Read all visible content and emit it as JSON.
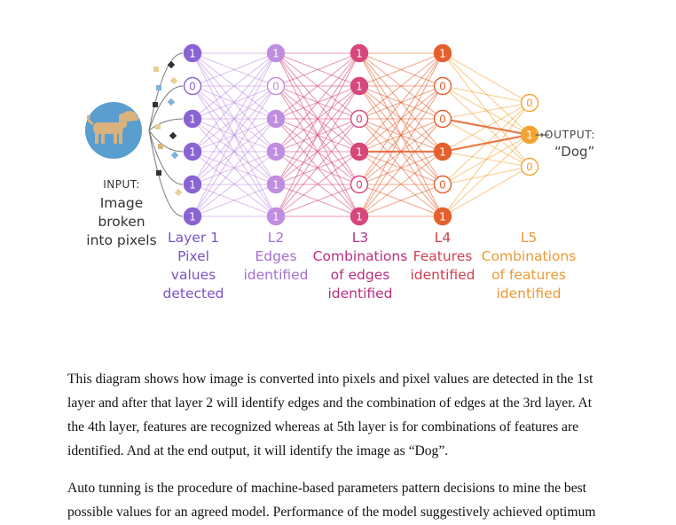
{
  "figure": {
    "input_heading": "INPUT:",
    "input_text_lines": [
      "Image",
      "broken",
      "into pixels"
    ],
    "output_heading": "→OUTPUT:",
    "output_value": "“Dog”",
    "node_values": {
      "l1": [
        "1",
        "0",
        "1",
        "1",
        "1",
        "1"
      ],
      "l2": [
        "1",
        "0",
        "1",
        "1",
        "1",
        "1"
      ],
      "l3": [
        "1",
        "1",
        "0",
        "1",
        "0",
        "1"
      ],
      "l4": [
        "1",
        "0",
        "0",
        "1",
        "0",
        "1"
      ],
      "l5": [
        "0",
        "1",
        "0"
      ]
    },
    "layers": [
      {
        "title": "Layer 1",
        "desc_lines": [
          "Pixel",
          "values",
          "detected"
        ],
        "color": "#8a63d2"
      },
      {
        "title": "L2",
        "desc_lines": [
          "Edges",
          "identified"
        ],
        "color": "#b47fd6"
      },
      {
        "title": "L3",
        "desc_lines": [
          "Combinations",
          "of edges",
          "identified"
        ],
        "color": "#c4398a"
      },
      {
        "title": "L4",
        "desc_lines": [
          "Features",
          "identified"
        ],
        "color": "#d84a56"
      },
      {
        "title": "L5",
        "desc_lines": [
          "Combinations",
          "of features",
          "identified"
        ],
        "color": "#f0a043"
      }
    ],
    "colors": {
      "l1": "#8a63d2",
      "l2": "#c08ee0",
      "l3": "#d6477a",
      "l4": "#e4612f",
      "l5": "#f3a534",
      "dog_circle": "#5a9ed0",
      "dark_text": "#333333",
      "gray_text": "#555555"
    }
  },
  "paragraphs": [
    {
      "lines": [
        "This diagram shows how image is converted into pixels and pixel values are detected in the 1st",
        "layer and after that layer 2 will identify edges and the combination of edges at the 3rd layer. At",
        "the 4th layer, features are recognized whereas at 5th layer is for combinations of features are",
        "identified. And at the end output, it will identify the image as “Dog”."
      ]
    },
    {
      "lines": [
        "Auto tunning is the procedure of machine-based parameters pattern decisions to mine the best",
        "possible values for an agreed model. Performance of the model suggestively achieved optimum"
      ]
    }
  ]
}
